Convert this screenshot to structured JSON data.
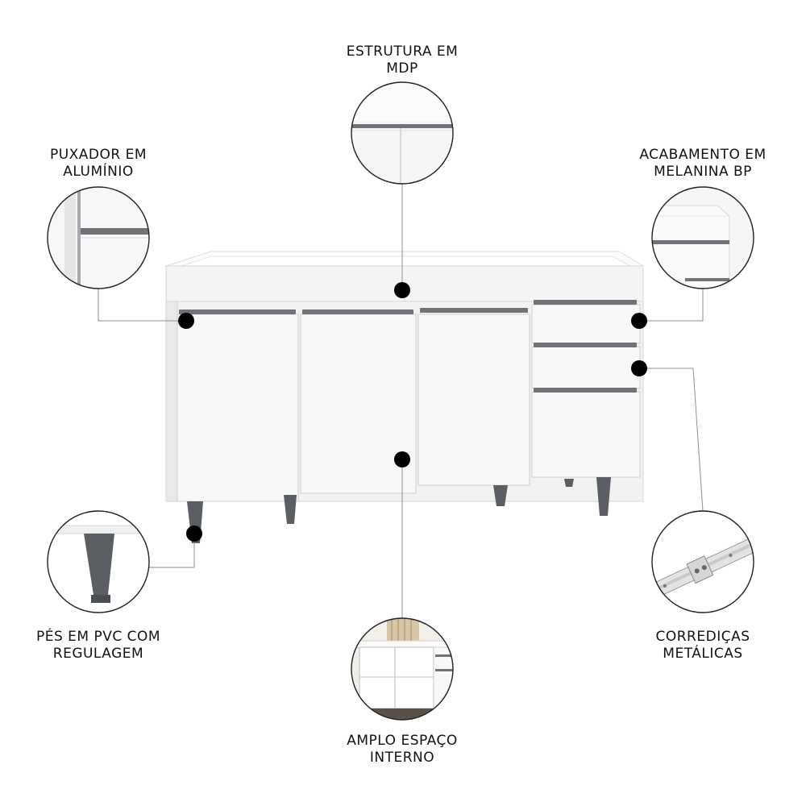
{
  "features": {
    "structure": {
      "line1": "ESTRUTURA EM",
      "line2": "MDP"
    },
    "handle": {
      "line1": "PUXADOR EM",
      "line2": "ALUMÍNIO"
    },
    "finish": {
      "line1": "ACABAMENTO EM",
      "line2": "MELANINA BP"
    },
    "feet": {
      "line1": "PÉS EM PVC COM",
      "line2": "REGULAGEM"
    },
    "slides": {
      "line1": "CORREDIÇAS",
      "line2": "METÁLICAS"
    },
    "space": {
      "line1": "AMPLO ESPAÇO",
      "line2": "INTERNO"
    }
  },
  "colors": {
    "cabinet": "#f7f7f7",
    "cabinet_edge": "#d9d9d9",
    "handle": "#6f7276",
    "feet": "#5b5e62",
    "marker": "#000000",
    "leader_line": "#9a9a9a",
    "circle_border": "#222222"
  }
}
